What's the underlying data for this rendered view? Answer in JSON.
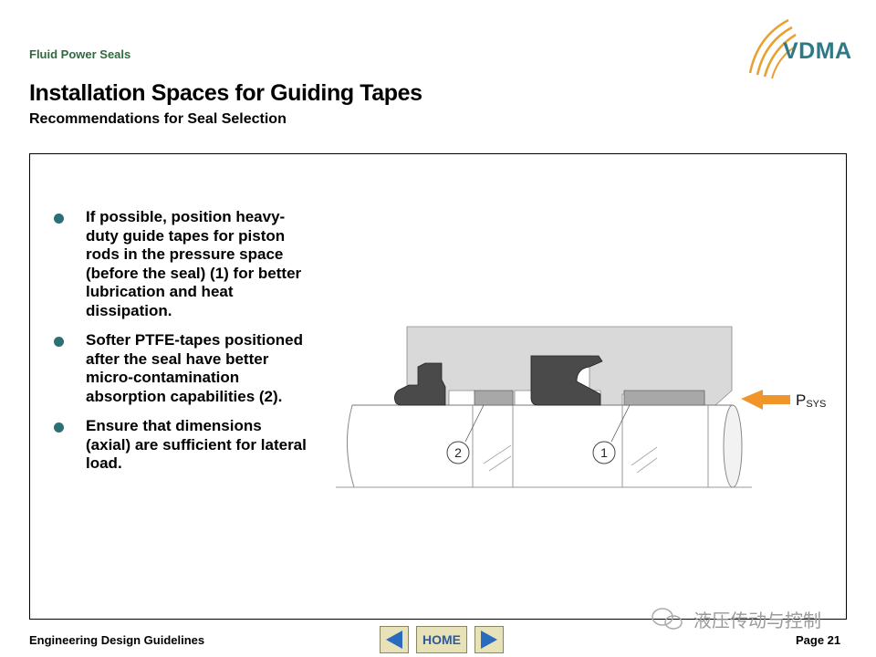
{
  "header": {
    "section": "Fluid Power Seals",
    "title": "Installation Spaces for Guiding Tapes",
    "subtitle": "Recommendations for Seal Selection",
    "logo_text": "VDMA"
  },
  "bullets": [
    "If possible, position heavy-duty guide tapes for piston rods in the pressure space (before the seal) (1) for better lubrication and heat dissipation.",
    "Softer PTFE-tapes positioned after the seal have better micro-contamination absorption capabilities (2).",
    "Ensure that dimensions (axial) are sufficient for lateral load."
  ],
  "diagram": {
    "label_1": "1",
    "label_2": "2",
    "pressure_label": "P",
    "pressure_sub": "SYS"
  },
  "footer": {
    "left": "Engineering Design Guidelines",
    "page": "Page  21",
    "home": "HOME"
  },
  "watermark": {
    "text": "液压传动与控制"
  },
  "colors": {
    "accent": "#2e6b3e",
    "logo": "#2d7a86",
    "logo_arcs": "#e8a030",
    "bullet": "#2b7074",
    "arrow": "#f0952a",
    "nav_arrow": "#2a6bc0",
    "nav_bg": "#e8e2b8"
  }
}
